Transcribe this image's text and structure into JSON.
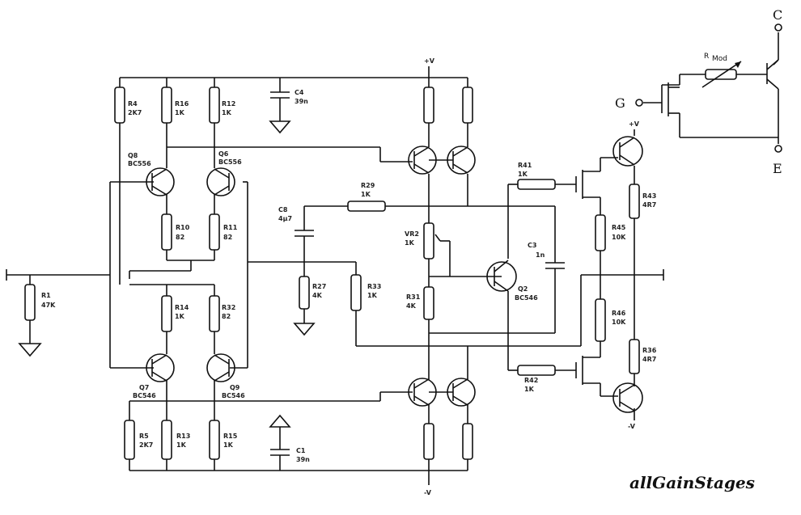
{
  "igbt": {
    "collector": "C",
    "gate": "G",
    "emitter": "E",
    "rmod_symbol": "R",
    "rmod_sub": "Mod"
  },
  "labels": {
    "r4": "R4",
    "r4v": "2K7",
    "r16": "R16",
    "r16v": "1K",
    "r12": "R12",
    "r12v": "1K",
    "c4": "C4",
    "c4v": "39n",
    "q8": "Q8",
    "q8v": "BC556",
    "q6": "Q6",
    "q6v": "BC556",
    "r10": "R10",
    "r10v": "82",
    "r11": "R11",
    "r11v": "82",
    "r29": "R29",
    "r29v": "1K",
    "c8": "C8",
    "c8v": "4µ7",
    "r27": "R27",
    "r27v": "4K",
    "r33": "R33",
    "r33v": "1K",
    "r1": "R1",
    "r1v": "47K",
    "r14": "R14",
    "r14v": "1K",
    "r32": "R32",
    "r32v": "82",
    "q7": "Q7",
    "q7v": "BC546",
    "q9": "Q9",
    "q9v": "BC546",
    "r5": "R5",
    "r5v": "2K7",
    "r13": "R13",
    "r13v": "1K",
    "r15": "R15",
    "r15v": "1K",
    "c1": "C1",
    "c1v": "39n",
    "vr2": "VR2",
    "vr2v": "1K",
    "r31": "R31",
    "r31v": "4K",
    "c3": "C3",
    "c3v": "1n",
    "q2": "Q2",
    "q2v": "BC546",
    "r41": "R41",
    "r41v": "1K",
    "r42": "R42",
    "r42v": "1K",
    "r43": "R43",
    "r43v": "4R7",
    "r45": "R45",
    "r45v": "10K",
    "r46": "R46",
    "r46v": "10K",
    "r36": "R36",
    "r36v": "4R7",
    "vplus1": "+V",
    "vplus2": "+V",
    "vminus1": "-V",
    "vminus2": "-V"
  },
  "watermark": "allGainStages"
}
